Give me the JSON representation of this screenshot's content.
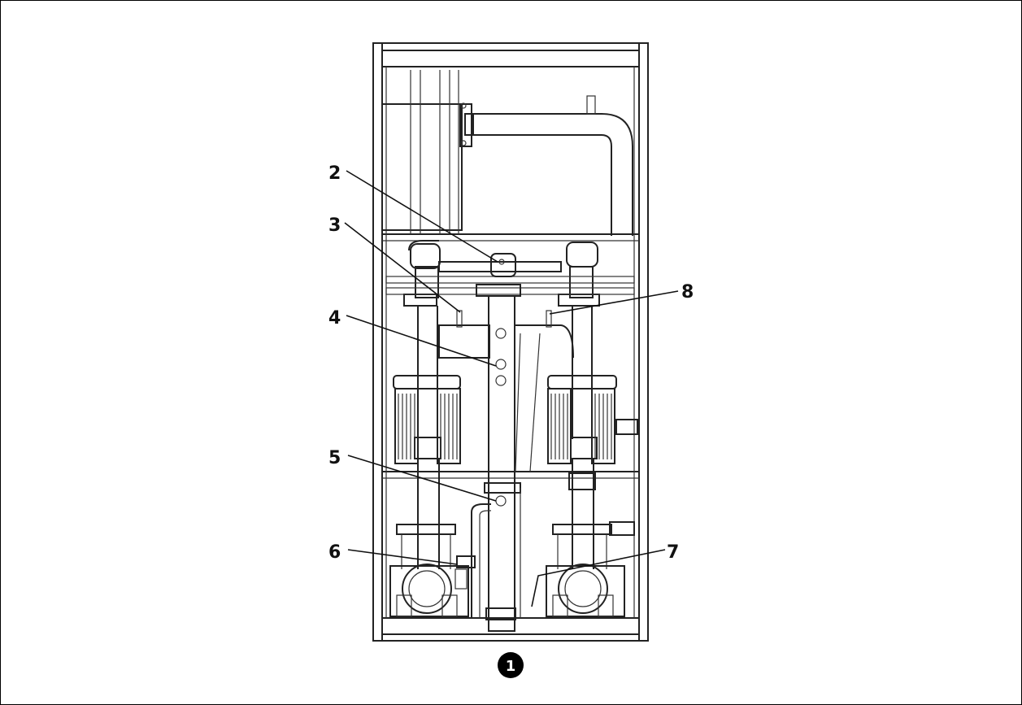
{
  "figure": {
    "marker": "1",
    "callouts": [
      {
        "id": "2",
        "label": "2"
      },
      {
        "id": "3",
        "label": "3"
      },
      {
        "id": "4",
        "label": "4"
      },
      {
        "id": "5",
        "label": "5"
      },
      {
        "id": "6",
        "label": "6"
      },
      {
        "id": "7",
        "label": "7"
      },
      {
        "id": "8",
        "label": "8"
      }
    ]
  },
  "colors": {
    "line": "#222222",
    "background": "#ffffff",
    "marker_fill": "#000000"
  }
}
